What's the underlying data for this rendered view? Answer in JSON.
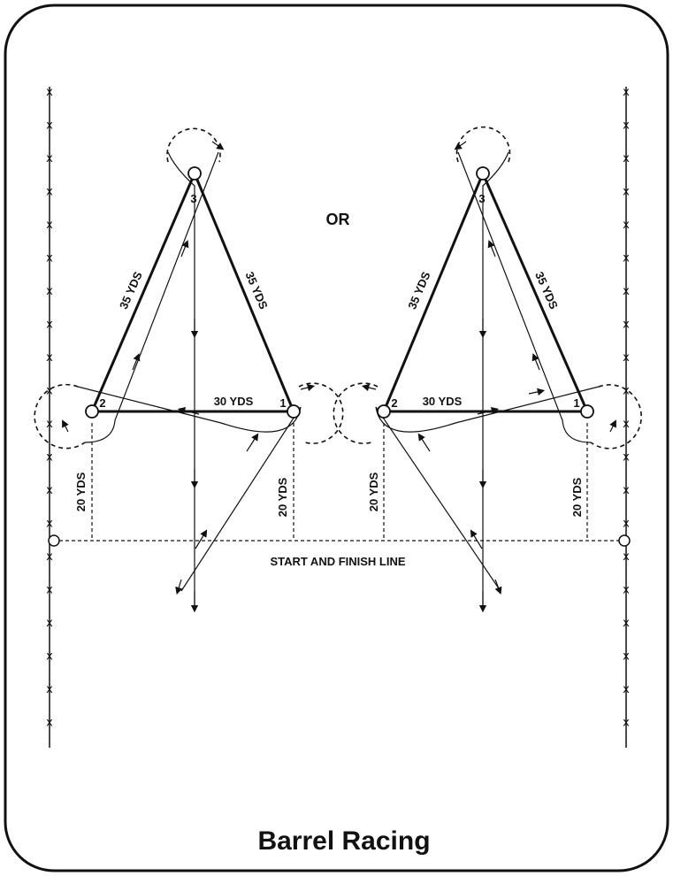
{
  "diagram": {
    "title": "Barrel Racing",
    "separator": "OR",
    "start_finish_label": "START AND FINISH LINE",
    "distances": {
      "side_left": "35 YDS",
      "side_right": "35 YDS",
      "base": "30 YDS",
      "start_left": "20 YDS",
      "start_right": "20 YDS"
    },
    "barrels": {
      "first": "1",
      "second": "2",
      "third": "3"
    },
    "fence_marker": "x"
  }
}
